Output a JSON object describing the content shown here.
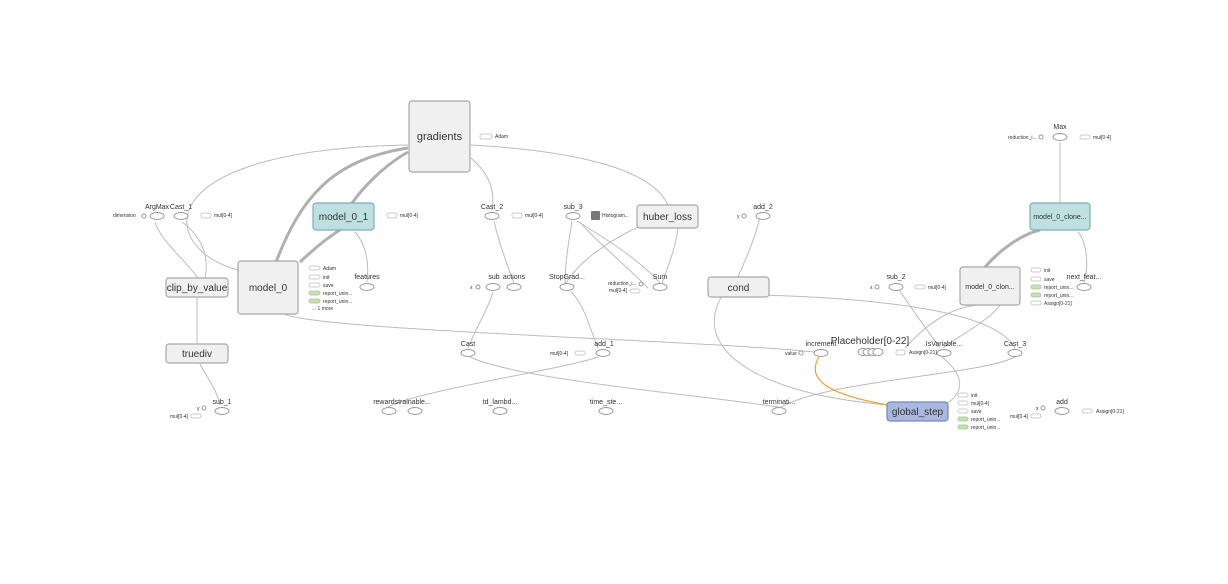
{
  "nodes": {
    "gradients": "gradients",
    "model_0_1": "model_0_1",
    "model_0": "model_0",
    "clip_by_value": "clip_by_value",
    "truediv": "truediv",
    "huber_loss": "huber_loss",
    "cond": "cond",
    "global_step": "global_step",
    "model_0_clone_top": "model_0_clone...",
    "model_0_clon": "model_0_clon...",
    "placeholder": "Placeholder[0-22]"
  },
  "ops": {
    "argmax": "ArgMax",
    "cast_1": "Cast_1",
    "dimension": "dimension",
    "mul_argmax": "mul[0-4]",
    "features": "features",
    "adam_grad": "Adam",
    "cast_2": "Cast_2",
    "mul_cast2": "mul[0-4]",
    "sub": "sub",
    "actions": "actions",
    "x_sub": "x",
    "sub_3": "sub_3",
    "histogram": "Histogram...",
    "stopgrad": "StopGrad...",
    "sum": "Sum",
    "reduction_sum": "reduction_i...",
    "mul_sum": "mul[0-4]",
    "add_2": "add_2",
    "y_add2": "y",
    "cast": "Cast",
    "add_1": "add_1",
    "mul_add1": "mul[0-4]",
    "rewards": "rewardstrainable...",
    "td_lambda": "td_lambd...",
    "time_step": "time_ste...",
    "termination": "terminati...",
    "sub_1": "sub_1",
    "y_sub1": "y",
    "mul_sub1": "mul[0-4]",
    "increment": "increment",
    "value": "value",
    "is_variable": "IsVariable...",
    "assign_ph": "Assign[0-21]",
    "cast_3": "Cast_3",
    "sub_2": "sub_2",
    "x_sub2": "x",
    "mul_sub2": "mul[0-4]",
    "next_feat": "next_feat...",
    "max": "Max",
    "reduction_max": "reduction_i...",
    "mul_max": "mul[0-4]",
    "add": "add",
    "x_add": "x",
    "mul_add": "mul[0-4]",
    "assign_add": "Assign[0-21]",
    "mul_model01": "mul[0-4]"
  },
  "model0_aux": [
    "Adam",
    "init",
    "save",
    "report_unin...",
    "report_unin...",
    "... 1 more"
  ],
  "clone_aux": [
    "init",
    "save",
    "report_unin...",
    "report_unin...",
    "Assign[0-21]"
  ],
  "global_step_aux": [
    "init",
    "mul[0-4]",
    "save",
    "report_unin...",
    "report_unin..."
  ]
}
